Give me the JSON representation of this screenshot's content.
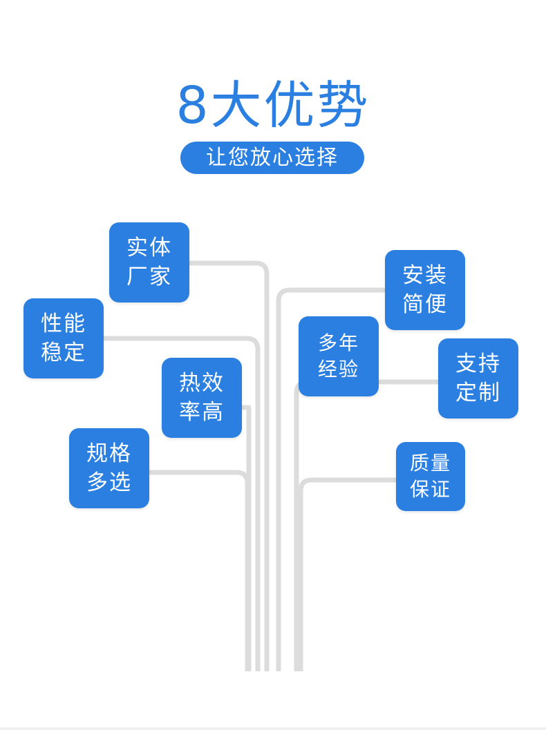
{
  "header": {
    "title": "8大优势",
    "subtitle": "让您放心选择"
  },
  "advantages": {
    "left": [
      {
        "line1": "实体",
        "line2": "厂家"
      },
      {
        "line1": "性能",
        "line2": "稳定"
      },
      {
        "line1": "热效",
        "line2": "率高"
      },
      {
        "line1": "规格",
        "line2": "多选"
      }
    ],
    "right": [
      {
        "line1": "安装",
        "line2": "简便"
      },
      {
        "line1": "多年",
        "line2": "经验"
      },
      {
        "line1": "支持",
        "line2": "定制"
      },
      {
        "line1": "质量",
        "line2": "保证"
      }
    ]
  },
  "colors": {
    "accent": "#2a7fe0",
    "branch": "#dcdcdc",
    "background": "#ffffff"
  }
}
